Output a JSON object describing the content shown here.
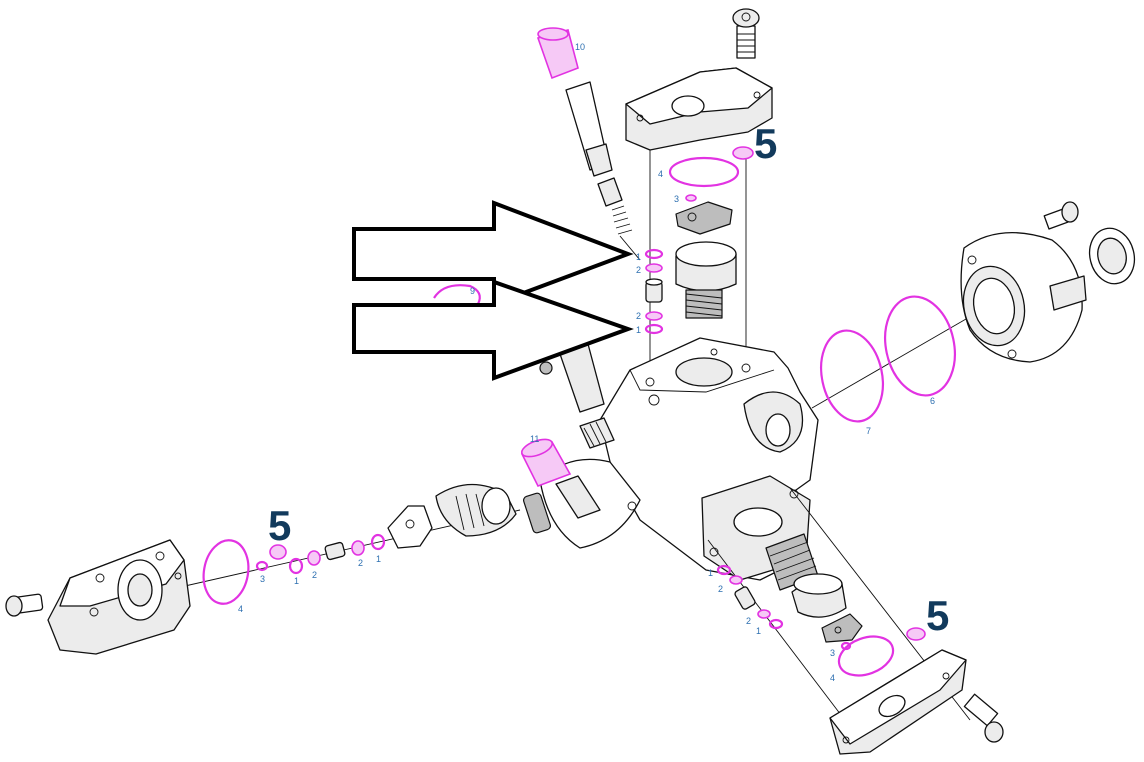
{
  "labels": {
    "top_4": "4",
    "top_3": "3",
    "top_1a": "1",
    "top_2a": "2",
    "top_2b": "2",
    "top_1b": "1",
    "top_10": "10",
    "top_9": "9",
    "top_11": "11",
    "right_7": "7",
    "right_6": "6",
    "left_4": "4",
    "left_3": "3",
    "left_1a": "1",
    "left_2a": "2",
    "left_2b": "2",
    "left_1b": "1",
    "bot_1a": "1",
    "bot_2a": "2",
    "bot_2b": "2",
    "bot_1b": "1",
    "bot_3": "3",
    "bot_4": "4"
  },
  "callouts": [
    "5",
    "5",
    "5"
  ],
  "colors": {
    "seal": "#e233e2",
    "label": "#2d6fb0",
    "callout": "#123a5c"
  },
  "icons": [
    "arrow-right-icon",
    "arrow-right-icon"
  ]
}
